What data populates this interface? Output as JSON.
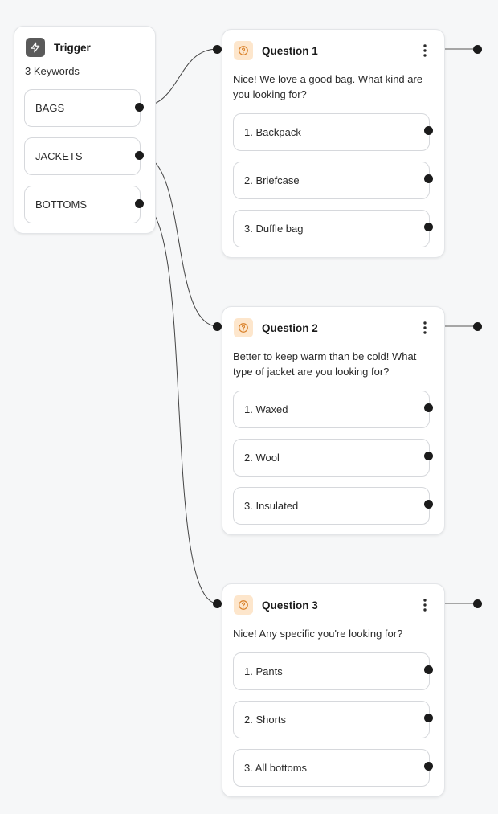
{
  "trigger": {
    "title": "Trigger",
    "subtitle": "3 Keywords",
    "keywords": [
      "BAGS",
      "JACKETS",
      "BOTTOMS"
    ]
  },
  "questions": [
    {
      "title": "Question 1",
      "message": "Nice! We love a good bag. What kind are you looking for?",
      "options": [
        "1. Backpack",
        "2. Briefcase",
        "3. Duffle bag"
      ]
    },
    {
      "title": "Question 2",
      "message": "Better to keep warm than be cold! What type of jacket are you looking for?",
      "options": [
        "1. Waxed",
        "2. Wool",
        "3. Insulated"
      ]
    },
    {
      "title": "Question 3",
      "message": "Nice! Any specific you're looking for?",
      "options": [
        "1. Pants",
        "2. Shorts",
        "3. All bottoms"
      ]
    }
  ],
  "icons": {
    "trigger": "lightning-bolt-icon",
    "question": "question-circle-icon",
    "menu": "more-vertical-icon"
  },
  "colors": {
    "canvas": "#f6f7f8",
    "trigger_icon_bg": "#5a5a5a",
    "question_icon_bg": "#fde6cc",
    "question_icon_fg": "#d9822b",
    "connector": "#1b1b1b"
  }
}
